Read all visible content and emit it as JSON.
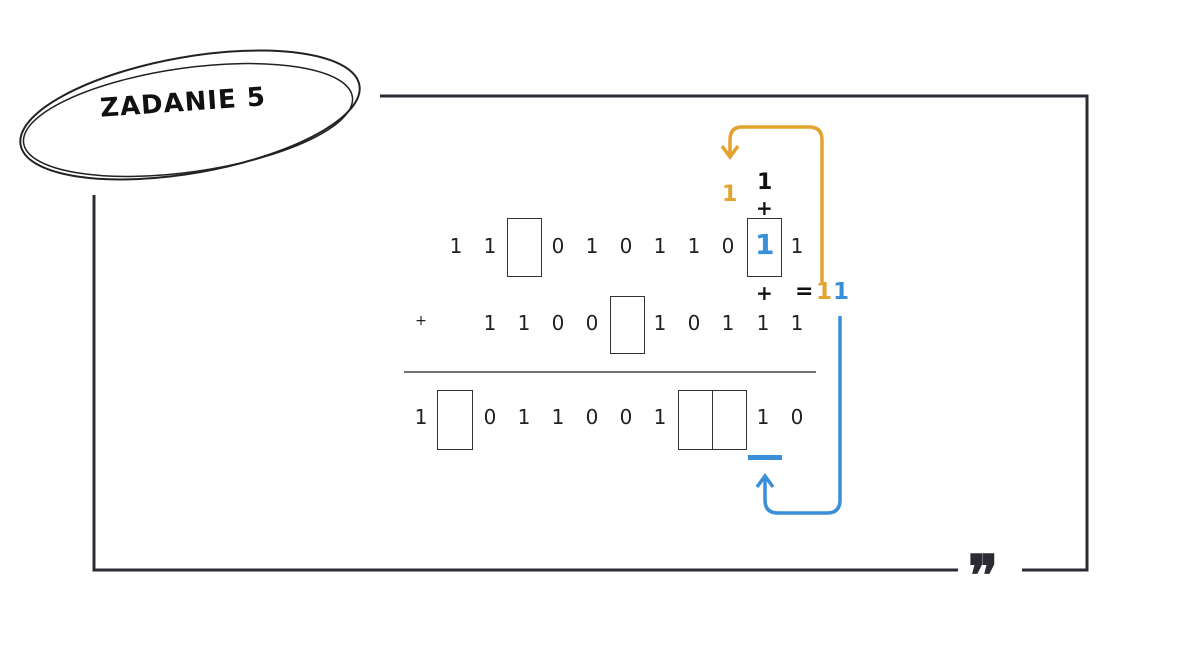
{
  "title": "ZADANIE 5",
  "quote_mark": "❞",
  "rows": {
    "top": [
      "1",
      "1",
      "",
      "0",
      "1",
      "0",
      "1",
      "1",
      "0",
      "",
      "1"
    ],
    "second_sign": "+",
    "second": [
      "",
      "1",
      "1",
      "0",
      "0",
      "",
      "1",
      "0",
      "1",
      "1",
      "1"
    ],
    "result_lead": "1",
    "result": [
      "",
      "0",
      "1",
      "1",
      "0",
      "0",
      "1",
      "",
      "",
      "1",
      "0"
    ]
  },
  "annotations": {
    "carry_top": "1",
    "plus_top": "+",
    "boxed_digit": "1",
    "plus_bottom": "+",
    "equals": "=",
    "result_orange": "1",
    "result_blue": "1",
    "carry_orange": "1"
  },
  "colors": {
    "orange": "#e3a32f",
    "blue": "#3a8fd9",
    "frame": "#2b2b35"
  }
}
